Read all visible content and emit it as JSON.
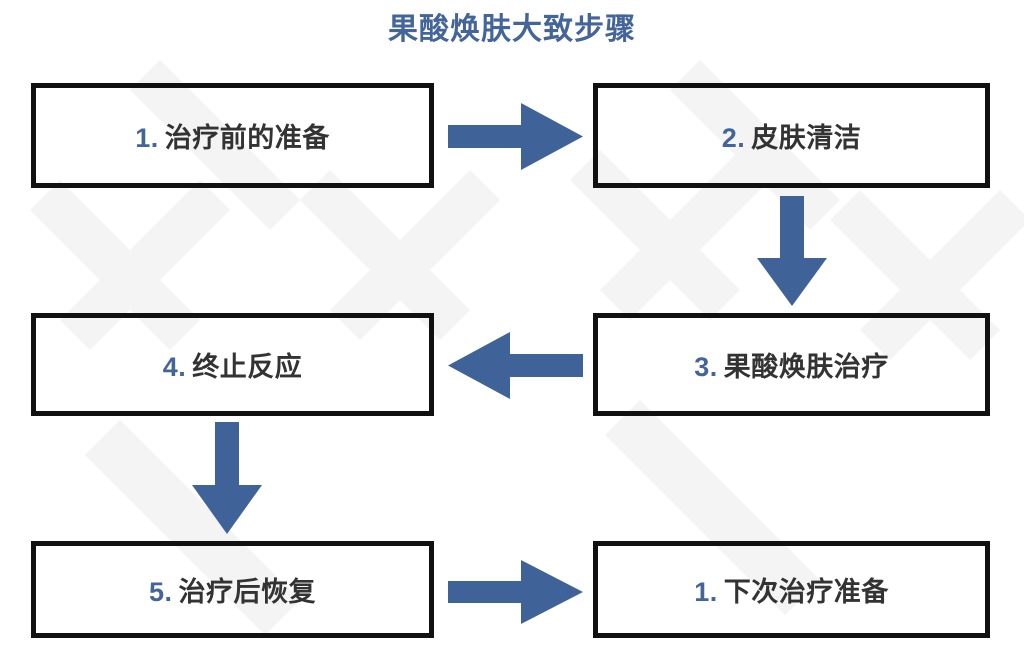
{
  "page": {
    "title": "果酸焕肤大致步骤",
    "background_color": "#ffffff",
    "accent_color": "#44659A",
    "arrow_color": "#3F6398",
    "box_border_color": "#111111",
    "text_color": "#333333",
    "watermark_color": "#F3F3F3"
  },
  "flowchart": {
    "type": "process-flow",
    "steps": [
      {
        "id": "box-1",
        "number": "1.",
        "label": "治疗前的准备",
        "row": 1,
        "column": "left"
      },
      {
        "id": "box-2",
        "number": "2.",
        "label": "皮肤清洁",
        "row": 1,
        "column": "right"
      },
      {
        "id": "box-3",
        "number": "3.",
        "label": "果酸焕肤治疗",
        "row": 2,
        "column": "right"
      },
      {
        "id": "box-4",
        "number": "4.",
        "label": "终止反应",
        "row": 2,
        "column": "left"
      },
      {
        "id": "box-5",
        "number": "5.",
        "label": "治疗后恢复",
        "row": 3,
        "column": "left"
      },
      {
        "id": "box-6",
        "number": "1.",
        "label": "下次治疗准备",
        "row": 3,
        "column": "right"
      }
    ],
    "connectors": [
      {
        "id": "arrow-1-2",
        "from": "box-1",
        "to": "box-2",
        "direction": "right"
      },
      {
        "id": "arrow-2-3",
        "from": "box-2",
        "to": "box-3",
        "direction": "down"
      },
      {
        "id": "arrow-3-4",
        "from": "box-3",
        "to": "box-4",
        "direction": "left"
      },
      {
        "id": "arrow-4-5",
        "from": "box-4",
        "to": "box-5",
        "direction": "down"
      },
      {
        "id": "arrow-5-6",
        "from": "box-5",
        "to": "box-6",
        "direction": "right"
      }
    ]
  }
}
